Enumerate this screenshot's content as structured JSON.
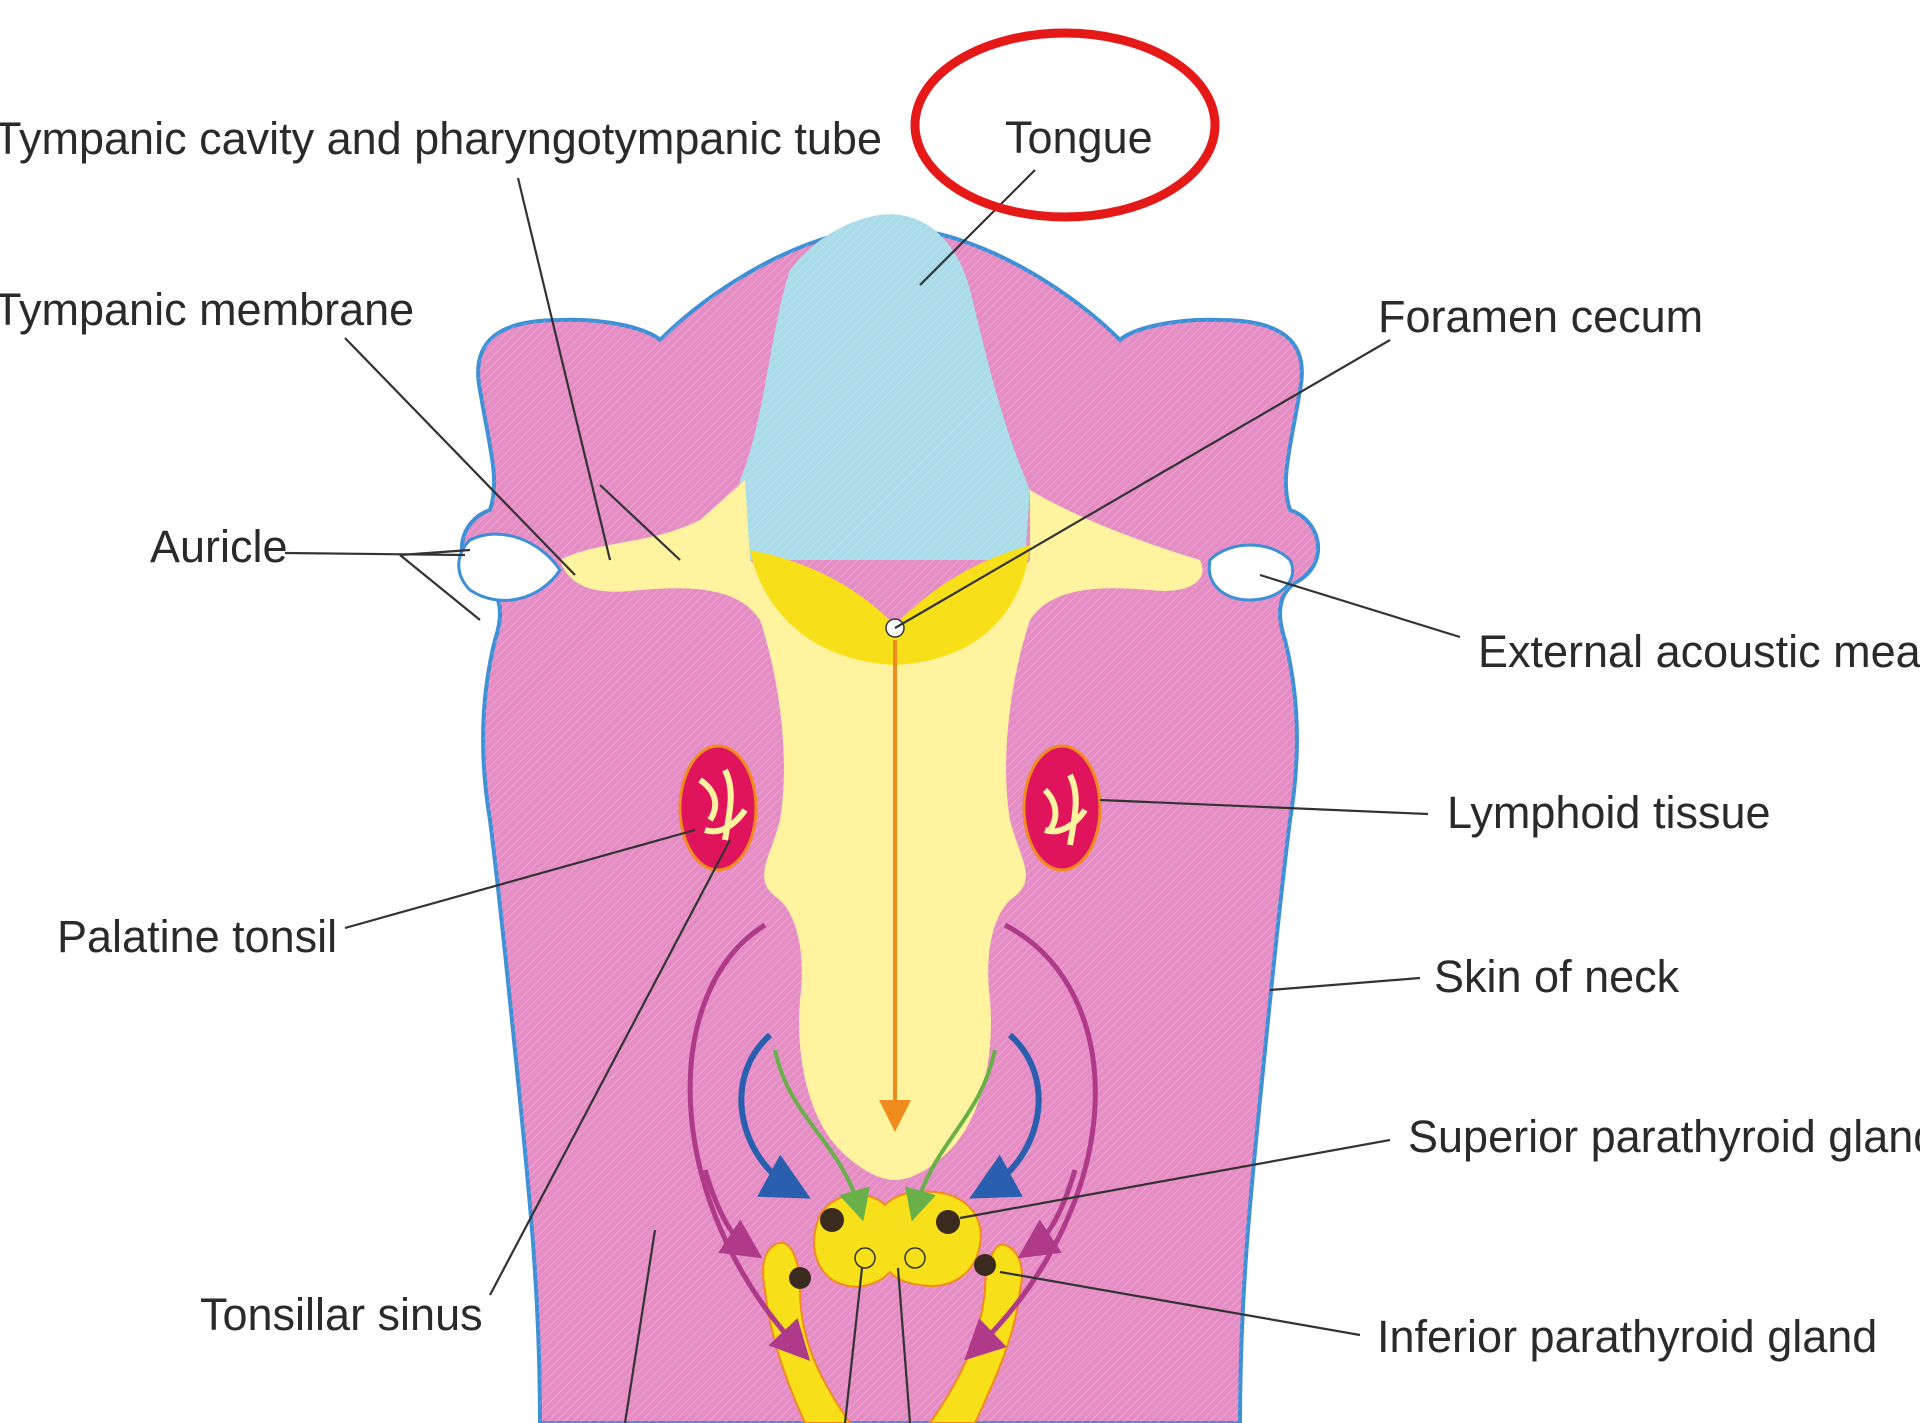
{
  "labels": {
    "tympanic_cavity": "Tympanic cavity and pharyngotympanic tube",
    "tongue": "Tongue",
    "tympanic_membrane": "Tympanic membrane",
    "foramen_cecum": "Foramen cecum",
    "auricle": "Auricle",
    "external_acoustic": "External acoustic meat",
    "lymphoid_tissue": "Lymphoid tissue",
    "palatine_tonsil": "Palatine tonsil",
    "skin_of_neck": "Skin of neck",
    "superior_parathyroid": "Superior parathyroid gland",
    "tonsillar_sinus": "Tonsillar sinus",
    "inferior_parathyroid": "Inferior parathyroid gland"
  },
  "colors": {
    "skin": "#e58cc4",
    "outline": "#3d8fd6",
    "tongue": "#a9dbe8",
    "pharynx": "#fff3a0",
    "gland": "#f7e01a",
    "tonsil": "#e0145c",
    "highlight_circle": "#e61919"
  }
}
